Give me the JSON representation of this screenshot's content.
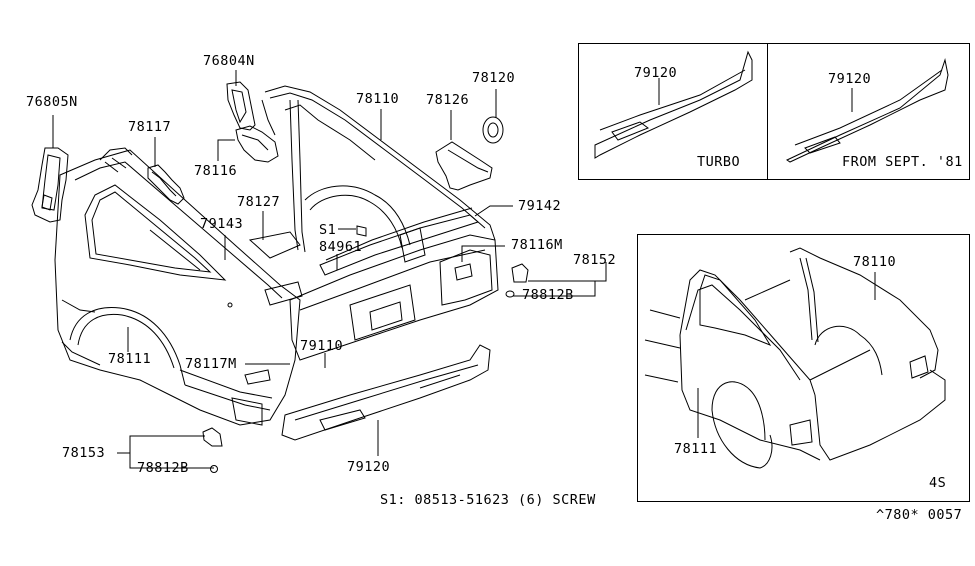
{
  "diagram": {
    "main_parts": [
      {
        "id": "76805N"
      },
      {
        "id": "76804N"
      },
      {
        "id": "78117"
      },
      {
        "id": "78116"
      },
      {
        "id": "78110"
      },
      {
        "id": "78126"
      },
      {
        "id": "78120"
      },
      {
        "id": "78127"
      },
      {
        "id": "79143"
      },
      {
        "id": "S1"
      },
      {
        "id": "84961"
      },
      {
        "id": "79142"
      },
      {
        "id": "78116M"
      },
      {
        "id": "78152"
      },
      {
        "id": "78812B"
      },
      {
        "id": "79110"
      },
      {
        "id": "78111"
      },
      {
        "id": "78117M"
      },
      {
        "id": "78153"
      },
      {
        "id": "78812B"
      },
      {
        "id": "79120"
      }
    ],
    "inset_turbo": {
      "part": "79120",
      "caption": "TURBO"
    },
    "inset_sept81": {
      "part": "79120",
      "caption": "FROM SEPT. '81"
    },
    "inset_4s": {
      "parts": [
        "78110",
        "78111"
      ],
      "caption": "4S"
    },
    "footnote": "S1: 08513-51623 (6) SCREW",
    "ref_code": "^780* 0057"
  }
}
